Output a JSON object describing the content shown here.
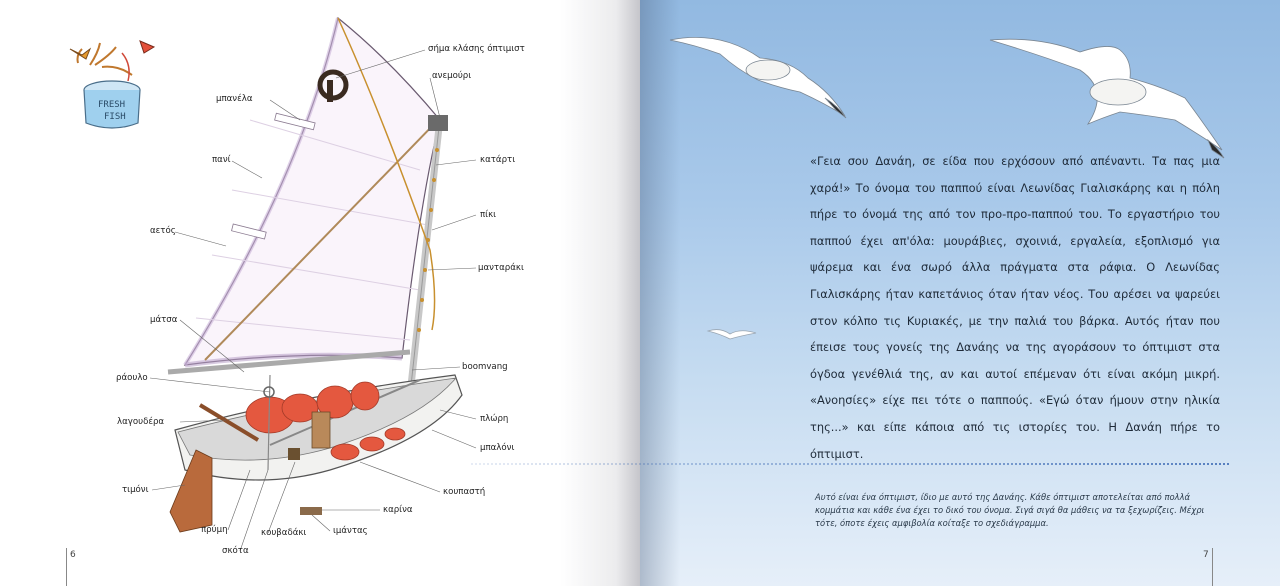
{
  "left_page": {
    "page_number": "6",
    "logo_text_1": "FRESH",
    "logo_text_2": "FISH",
    "labels": {
      "class_badge": "σήμα κλάσης όπτιμιστ",
      "wind_vane": "ανεμούρι",
      "batten": "μπανέλα",
      "mast": "κατάρτι",
      "sail": "πανί",
      "peak": "πίκι",
      "sprit": "αετός",
      "halyard": "μανταράκι",
      "sheet_line": "μάτσα",
      "boom": "ράουλο",
      "boomvang": "boomvang",
      "tiller": "λαγουδέρα",
      "bow": "πλώρη",
      "buoyancy": "μπαλόνι",
      "rudder": "τιμόνι",
      "gunwale": "κουπαστή",
      "keel": "καρίνα",
      "stern": "πρύμη",
      "bailer": "κουβαδάκι",
      "strap": "ιμάντας",
      "mainsheet": "σκότα"
    }
  },
  "right_page": {
    "page_number": "7",
    "story": [
      "«Γεια σου Δανάη, σε είδα που ερχόσουν από απέναντι. Τα πας μια χαρά!» Το όνομα του παππού είναι Λεωνίδας Γιαλισκάρης και η πόλη πήρε το όνομά της από τον προ-προ-παππού του. Το εργαστήριο του παππού έχει απ'όλα: μουράβιες, σχοινιά, εργαλεία, εξοπλισμό για ψάρεμα και ένα σωρό άλλα πράγματα στα ράφια. Ο Λεωνίδας Γιαλισκάρης ήταν καπετάνιος όταν ήταν νέος. Του αρέσει να ψαρεύει στον κόλπο τις Κυριακές, με την παλιά του βάρκα. Αυτός ήταν που έπεισε τους γονείς της Δανάης να της αγοράσουν το όπτιμιστ στα όγδοα γενέθλιά της, αν και αυτοί επέμεναν ότι είναι ακόμη μικρή. «Ανοησίες» είχε πει τότε ο παππούς. «Εγώ όταν ήμουν στην ηλικία της...» και είπε κάποια από τις ιστορίες του. Η Δανάη πήρε το όπτιμιστ."
    ],
    "caption": "Αυτό είναι ένα όπτιμιστ, ίδιο με αυτό της Δανάης. Κάθε όπτιμιστ αποτελείται από πολλά κομμάτια και κάθε ένα έχει το δικό του όνομα. Σιγά σιγά θα μάθεις να τα ξεχωρίζεις. Μέχρι τότε, όποτε έχεις αμφιβολία κοίταξε το σχεδιάγραμμα."
  },
  "colors": {
    "sky_top": "#92b9e1",
    "sky_bottom": "#e6eff9",
    "dots_accent": "#2f5fae",
    "buoyancy_red": "#e4583f",
    "rudder_brown": "#b96a3c"
  }
}
